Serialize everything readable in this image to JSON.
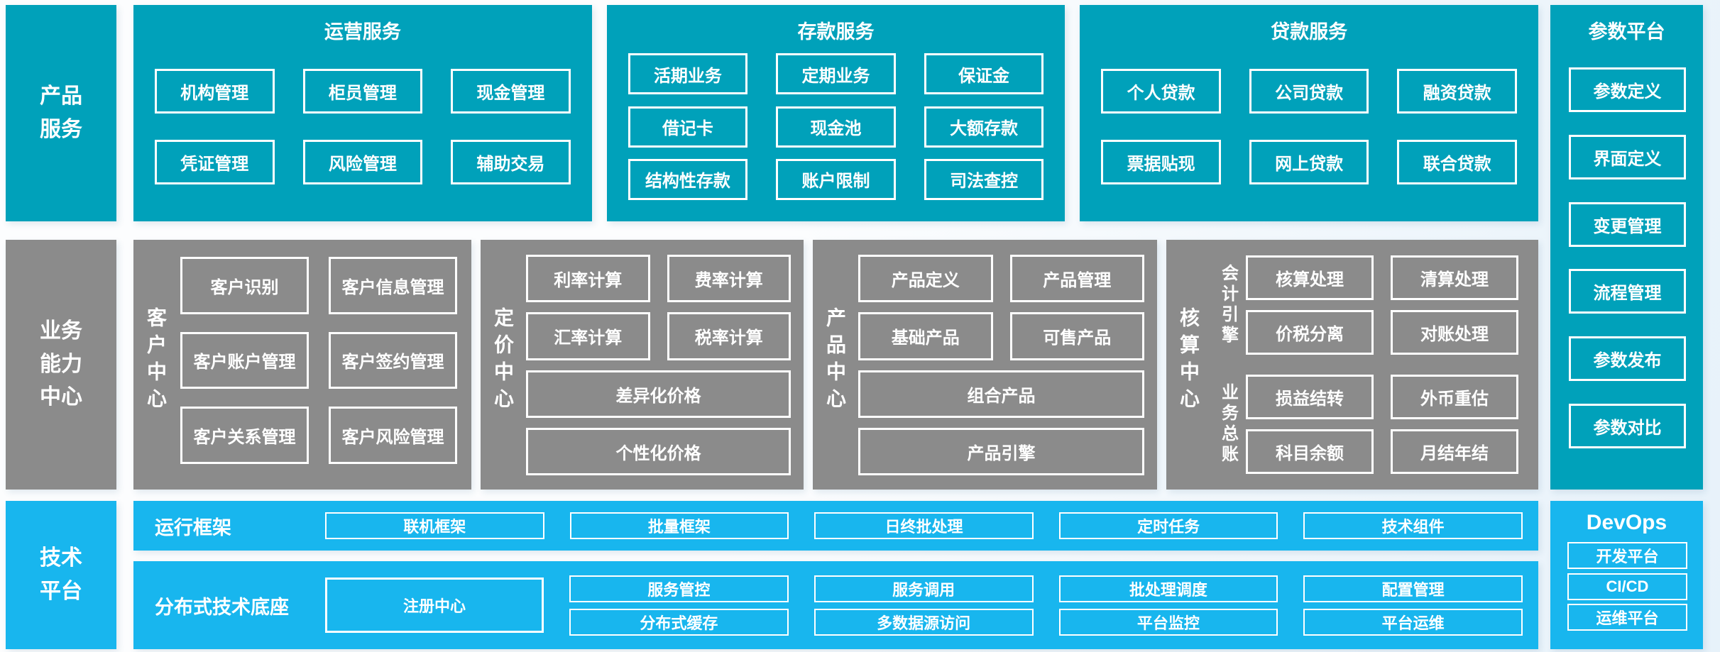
{
  "palette": {
    "teal": "#00a1ba",
    "gray": "#8b8b8b",
    "blue": "#18b6ee",
    "box_border": "#ffffff",
    "text": "#ffffff"
  },
  "sidebars": {
    "product": "产品\n服务",
    "business": "业务\n能力\n中心",
    "tech": "技术\n平台"
  },
  "top_row": {
    "panels": [
      {
        "title": "运营服务",
        "items": [
          "机构管理",
          "柜员管理",
          "现金管理",
          "凭证管理",
          "风险管理",
          "辅助交易"
        ]
      },
      {
        "title": "存款服务",
        "items": [
          "活期业务",
          "定期业务",
          "保证金",
          "借记卡",
          "现金池",
          "大额存款",
          "结构性存款",
          "账户限制",
          "司法查控"
        ]
      },
      {
        "title": "贷款服务",
        "items": [
          "个人贷款",
          "公司贷款",
          "融资贷款",
          "票据贴现",
          "网上贷款",
          "联合贷款"
        ]
      }
    ]
  },
  "mid_row": {
    "customer": {
      "label": "客户中心",
      "items": [
        "客户识别",
        "客户信息管理",
        "客户账户管理",
        "客户签约管理",
        "客户关系管理",
        "客户风险管理"
      ]
    },
    "pricing": {
      "label": "定价中心",
      "items": [
        "利率计算",
        "费率计算",
        "汇率计算",
        "税率计算"
      ],
      "wide": [
        "差异化价格",
        "个性化价格"
      ]
    },
    "product": {
      "label": "产品中心",
      "items": [
        "产品定义",
        "产品管理",
        "基础产品",
        "可售产品"
      ],
      "wide": [
        "组合产品",
        "产品引擎"
      ]
    },
    "accounting": {
      "label": "核算中心",
      "groups": [
        {
          "label": "会计引擎",
          "items": [
            "核算处理",
            "清算处理",
            "价税分离",
            "对账处理"
          ]
        },
        {
          "label": "业务总账",
          "items": [
            "损益结转",
            "外币重估",
            "科目余额",
            "月结年结"
          ]
        }
      ]
    }
  },
  "tech_rows": {
    "runtime": {
      "label": "运行框架",
      "items": [
        "联机框架",
        "批量框架",
        "日终批处理",
        "定时任务",
        "技术组件"
      ]
    },
    "distributed": {
      "label": "分布式技术底座",
      "registry": "注册中心",
      "items": [
        "服务管控",
        "服务调用",
        "批处理调度",
        "配置管理",
        "分布式缓存",
        "多数据源访问",
        "平台监控",
        "平台运维"
      ]
    }
  },
  "right_col": {
    "params": {
      "title": "参数平台",
      "items": [
        "参数定义",
        "界面定义",
        "变更管理",
        "流程管理",
        "参数发布",
        "参数对比"
      ]
    },
    "devops": {
      "title": "DevOps",
      "items": [
        "开发平台",
        "CI/CD",
        "运维平台"
      ]
    }
  }
}
